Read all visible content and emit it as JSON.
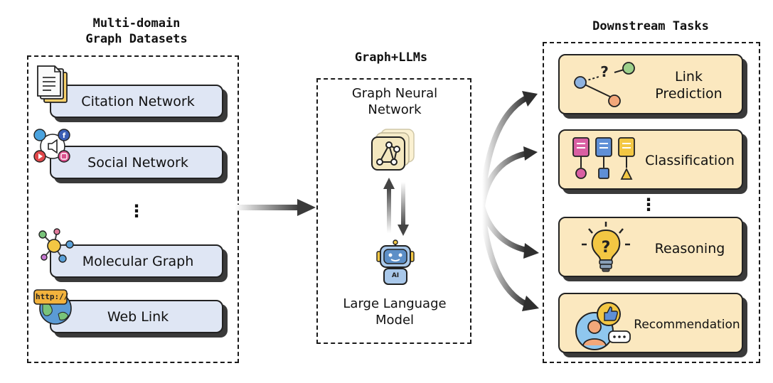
{
  "datasets": {
    "title": "Multi-domain\nGraph Datasets",
    "items": [
      {
        "label": "Citation Network",
        "icon": "document-icon"
      },
      {
        "label": "Social Network",
        "icon": "social-media-icon"
      },
      {
        "label": "Molecular Graph",
        "icon": "molecule-icon"
      },
      {
        "label": "Web Link",
        "icon": "globe-http-icon"
      }
    ],
    "ellipsis": "⋮"
  },
  "core": {
    "title": "Graph+LLMs",
    "gnn_label": "Graph Neural\nNetwork",
    "llm_label": "Large Language\nModel",
    "robot_badge": "AI"
  },
  "tasks": {
    "title": "Downstream Tasks",
    "items": [
      {
        "label": "Link\nPrediction",
        "icon": "link-prediction-icon"
      },
      {
        "label": "Classification",
        "icon": "classification-icon"
      },
      {
        "label": "Reasoning",
        "icon": "lightbulb-question-icon"
      },
      {
        "label": "Recommendation",
        "icon": "recommendation-icon"
      }
    ],
    "ellipsis": "⋮"
  },
  "web_badge": "http://",
  "colors": {
    "blue_card": "#dfe6f4",
    "yellow_card": "#fbe8bf",
    "shadow": "#3a3a3a",
    "border": "#1a1a1a"
  }
}
